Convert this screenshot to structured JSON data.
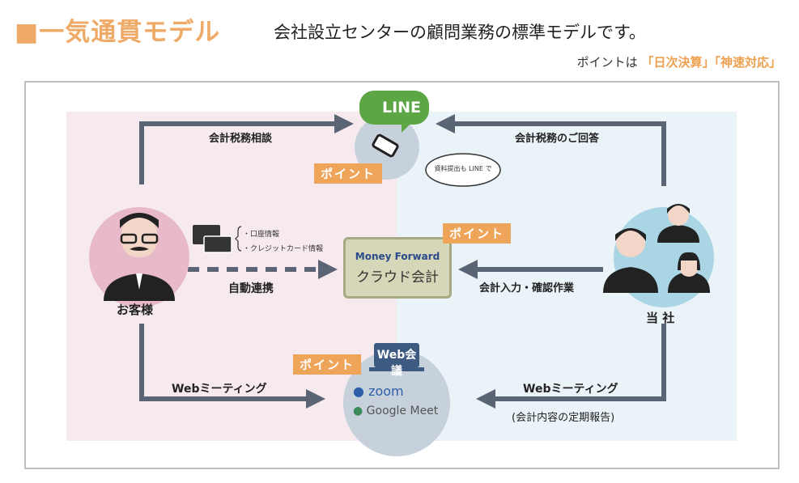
{
  "header": {
    "title": "■一気通貫モデル",
    "subtitle": "会社設立センターの顧問業務の標準モデルです。",
    "point_prefix": "ポイントは",
    "point_1": "「日次決算」",
    "point_2": "「神速対応」"
  },
  "colors": {
    "accent": "#eea55a",
    "arrow": "#5b6475",
    "left_bg": "#f7eaee",
    "right_bg": "#eaf3f8",
    "line_green": "#5ca646"
  },
  "line": {
    "logo": "LINE",
    "bubble": "資料提出も LINE で",
    "badge": "ポイント"
  },
  "customer": {
    "label": "お客様"
  },
  "company": {
    "label": "当 社"
  },
  "arrows": {
    "top_left": "会計税務相談",
    "top_right": "会計税務のご回答",
    "auto": "自動連携",
    "input": "会計入力・確認作業",
    "bottom_left": "Webミーティング",
    "bottom_right": "Webミーティング",
    "bottom_right_sub": "(会計内容の定期報告)"
  },
  "bank": {
    "items": [
      "・口座情報",
      "・クレジットカード情報"
    ]
  },
  "mf": {
    "brand": "Money Forward",
    "product": "クラウド会計",
    "badge": "ポイント"
  },
  "web": {
    "badge": "ポイント",
    "title": "Web会議",
    "zoom": "zoom",
    "meet": "Google Meet"
  }
}
